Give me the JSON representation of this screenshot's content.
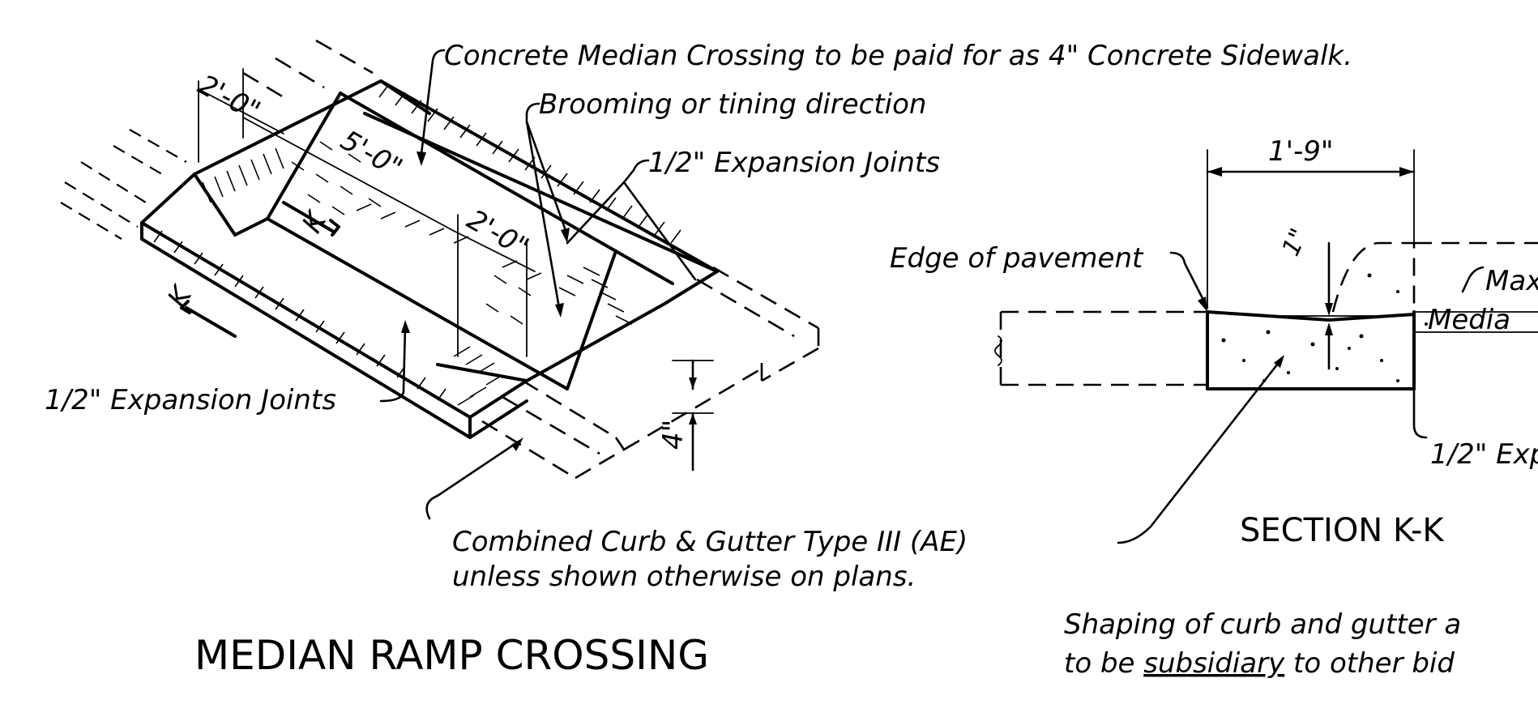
{
  "labels": {
    "median_crossing_note": "Concrete Median Crossing to be paid for as 4\" Concrete Sidewalk.",
    "brooming_note": "Brooming or tining direction",
    "expansion_joints_top": "1/2\" Expansion Joints",
    "expansion_joints_left": "1/2\" Expansion Joints",
    "edge_of_pavement": "Edge of pavement",
    "max_partial": "Max",
    "median_partial": "Media",
    "expansion_partial_right": "1/2\" Exp",
    "curb_gutter_line1": "Combined Curb & Gutter Type III (AE)",
    "curb_gutter_line2": "unless shown otherwise on plans.",
    "shaping_line1": "Shaping of curb and gutter a",
    "shaping_line2_pre": "to be ",
    "shaping_line2_underlined": "subsidiary",
    "shaping_line2_post": " to other bid"
  },
  "dimensions": {
    "dim_2ft_top": "2'-0\"",
    "dim_5ft": "5'-0\"",
    "dim_2ft_mid": "2'-0\"",
    "dim_1ft_9in": "1'-9\"",
    "dim_1in": "1\"",
    "dim_4in": "4\""
  },
  "section_markers": {
    "upper_k": "K",
    "lower_k": "K"
  },
  "titles": {
    "plan_title": "MEDIAN RAMP CROSSING",
    "section_title": "SECTION K-K"
  }
}
